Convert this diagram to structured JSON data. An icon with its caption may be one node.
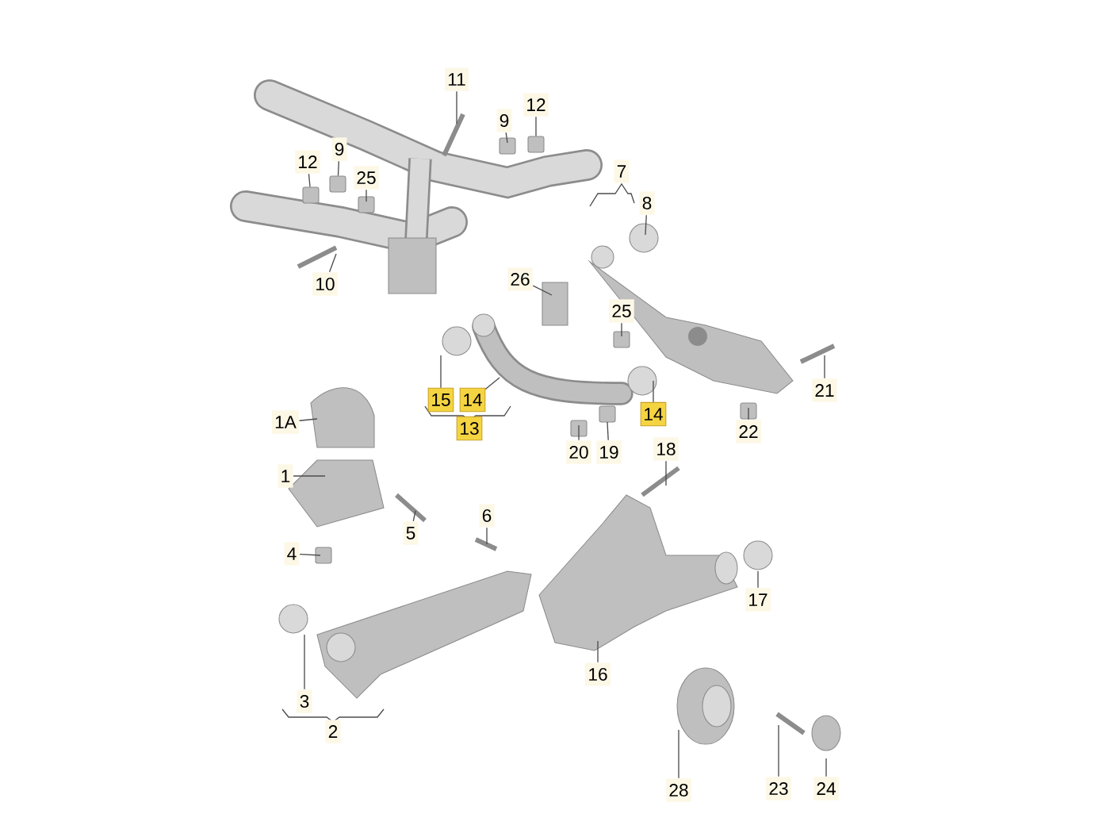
{
  "diagram": {
    "nodes": [
      {
        "text": [
          "11"
        ]
      },
      {
        "text": [
          "9"
        ]
      },
      {
        "text": [
          "12"
        ]
      },
      {
        "text": [
          "12"
        ]
      },
      {
        "text": [
          "9"
        ]
      },
      {
        "text": [
          "25"
        ]
      },
      {
        "text": [
          "10"
        ]
      },
      {
        "text": [
          "7"
        ]
      },
      {
        "text": [
          "8"
        ]
      },
      {
        "text": [
          "26"
        ]
      },
      {
        "text": [
          "25"
        ]
      },
      {
        "text": [
          "15"
        ]
      },
      {
        "text": [
          "14"
        ]
      },
      {
        "text": [
          "13"
        ]
      },
      {
        "text": [
          "14"
        ]
      },
      {
        "text": [
          "20"
        ]
      },
      {
        "text": [
          "19"
        ]
      },
      {
        "text": [
          "21"
        ]
      },
      {
        "text": [
          "22"
        ]
      },
      {
        "text": [
          "1A"
        ]
      },
      {
        "text": [
          "1"
        ]
      },
      {
        "text": [
          "18"
        ]
      },
      {
        "text": [
          "6"
        ]
      },
      {
        "text": [
          "5"
        ]
      },
      {
        "text": [
          "4"
        ]
      },
      {
        "text": [
          "17"
        ]
      },
      {
        "text": [
          "16"
        ]
      },
      {
        "text": [
          "3"
        ]
      },
      {
        "text": [
          "2"
        ]
      },
      {
        "text": [
          "28"
        ]
      },
      {
        "text": [
          "23"
        ]
      },
      {
        "text": [
          "24"
        ]
      },
      {
        "text": [],
        "shape": "box"
      },
      {
        "text": [],
        "shape": "box"
      },
      {
        "text": [],
        "shape": "box"
      }
    ],
    "edges": [
      {
        "from": 0,
        "to": null,
        "arrow": "none"
      },
      {
        "from": 1,
        "to": null,
        "arrow": "none"
      },
      {
        "from": 2,
        "to": 32,
        "arrow": "none"
      },
      {
        "from": 3,
        "to": 34,
        "arrow": "none"
      },
      {
        "from": 4,
        "to": 33,
        "arrow": "none"
      },
      {
        "from": 5,
        "to": null,
        "arrow": "none"
      },
      {
        "from": 6,
        "to": null,
        "arrow": "none"
      },
      {
        "from": 8,
        "to": null,
        "arrow": "none"
      },
      {
        "from": 9,
        "to": null,
        "arrow": "none"
      },
      {
        "from": 10,
        "to": null,
        "arrow": "none"
      },
      {
        "from": 11,
        "to": null,
        "arrow": "none"
      },
      {
        "from": 12,
        "to": null,
        "arrow": "none"
      },
      {
        "from": 14,
        "to": null,
        "arrow": "none"
      },
      {
        "from": 15,
        "to": null,
        "arrow": "none"
      },
      {
        "from": 16,
        "to": null,
        "arrow": "none"
      },
      {
        "from": 17,
        "to": null,
        "arrow": "none"
      },
      {
        "from": 18,
        "to": null,
        "arrow": "none"
      },
      {
        "from": 19,
        "to": null,
        "arrow": "none"
      },
      {
        "from": 20,
        "to": null,
        "arrow": "none"
      },
      {
        "from": 21,
        "to": null,
        "arrow": "none"
      },
      {
        "from": 22,
        "to": null,
        "arrow": "none"
      },
      {
        "from": 23,
        "to": null,
        "arrow": "none"
      },
      {
        "from": 24,
        "to": null,
        "arrow": "none"
      },
      {
        "from": 25,
        "to": null,
        "arrow": "none"
      },
      {
        "from": 26,
        "to": null,
        "arrow": "none"
      },
      {
        "from": 27,
        "to": null,
        "arrow": "none"
      },
      {
        "from": 29,
        "to": null,
        "arrow": "none"
      },
      {
        "from": 30,
        "to": null,
        "arrow": "none"
      },
      {
        "from": 31,
        "to": null,
        "arrow": "none"
      }
    ]
  }
}
